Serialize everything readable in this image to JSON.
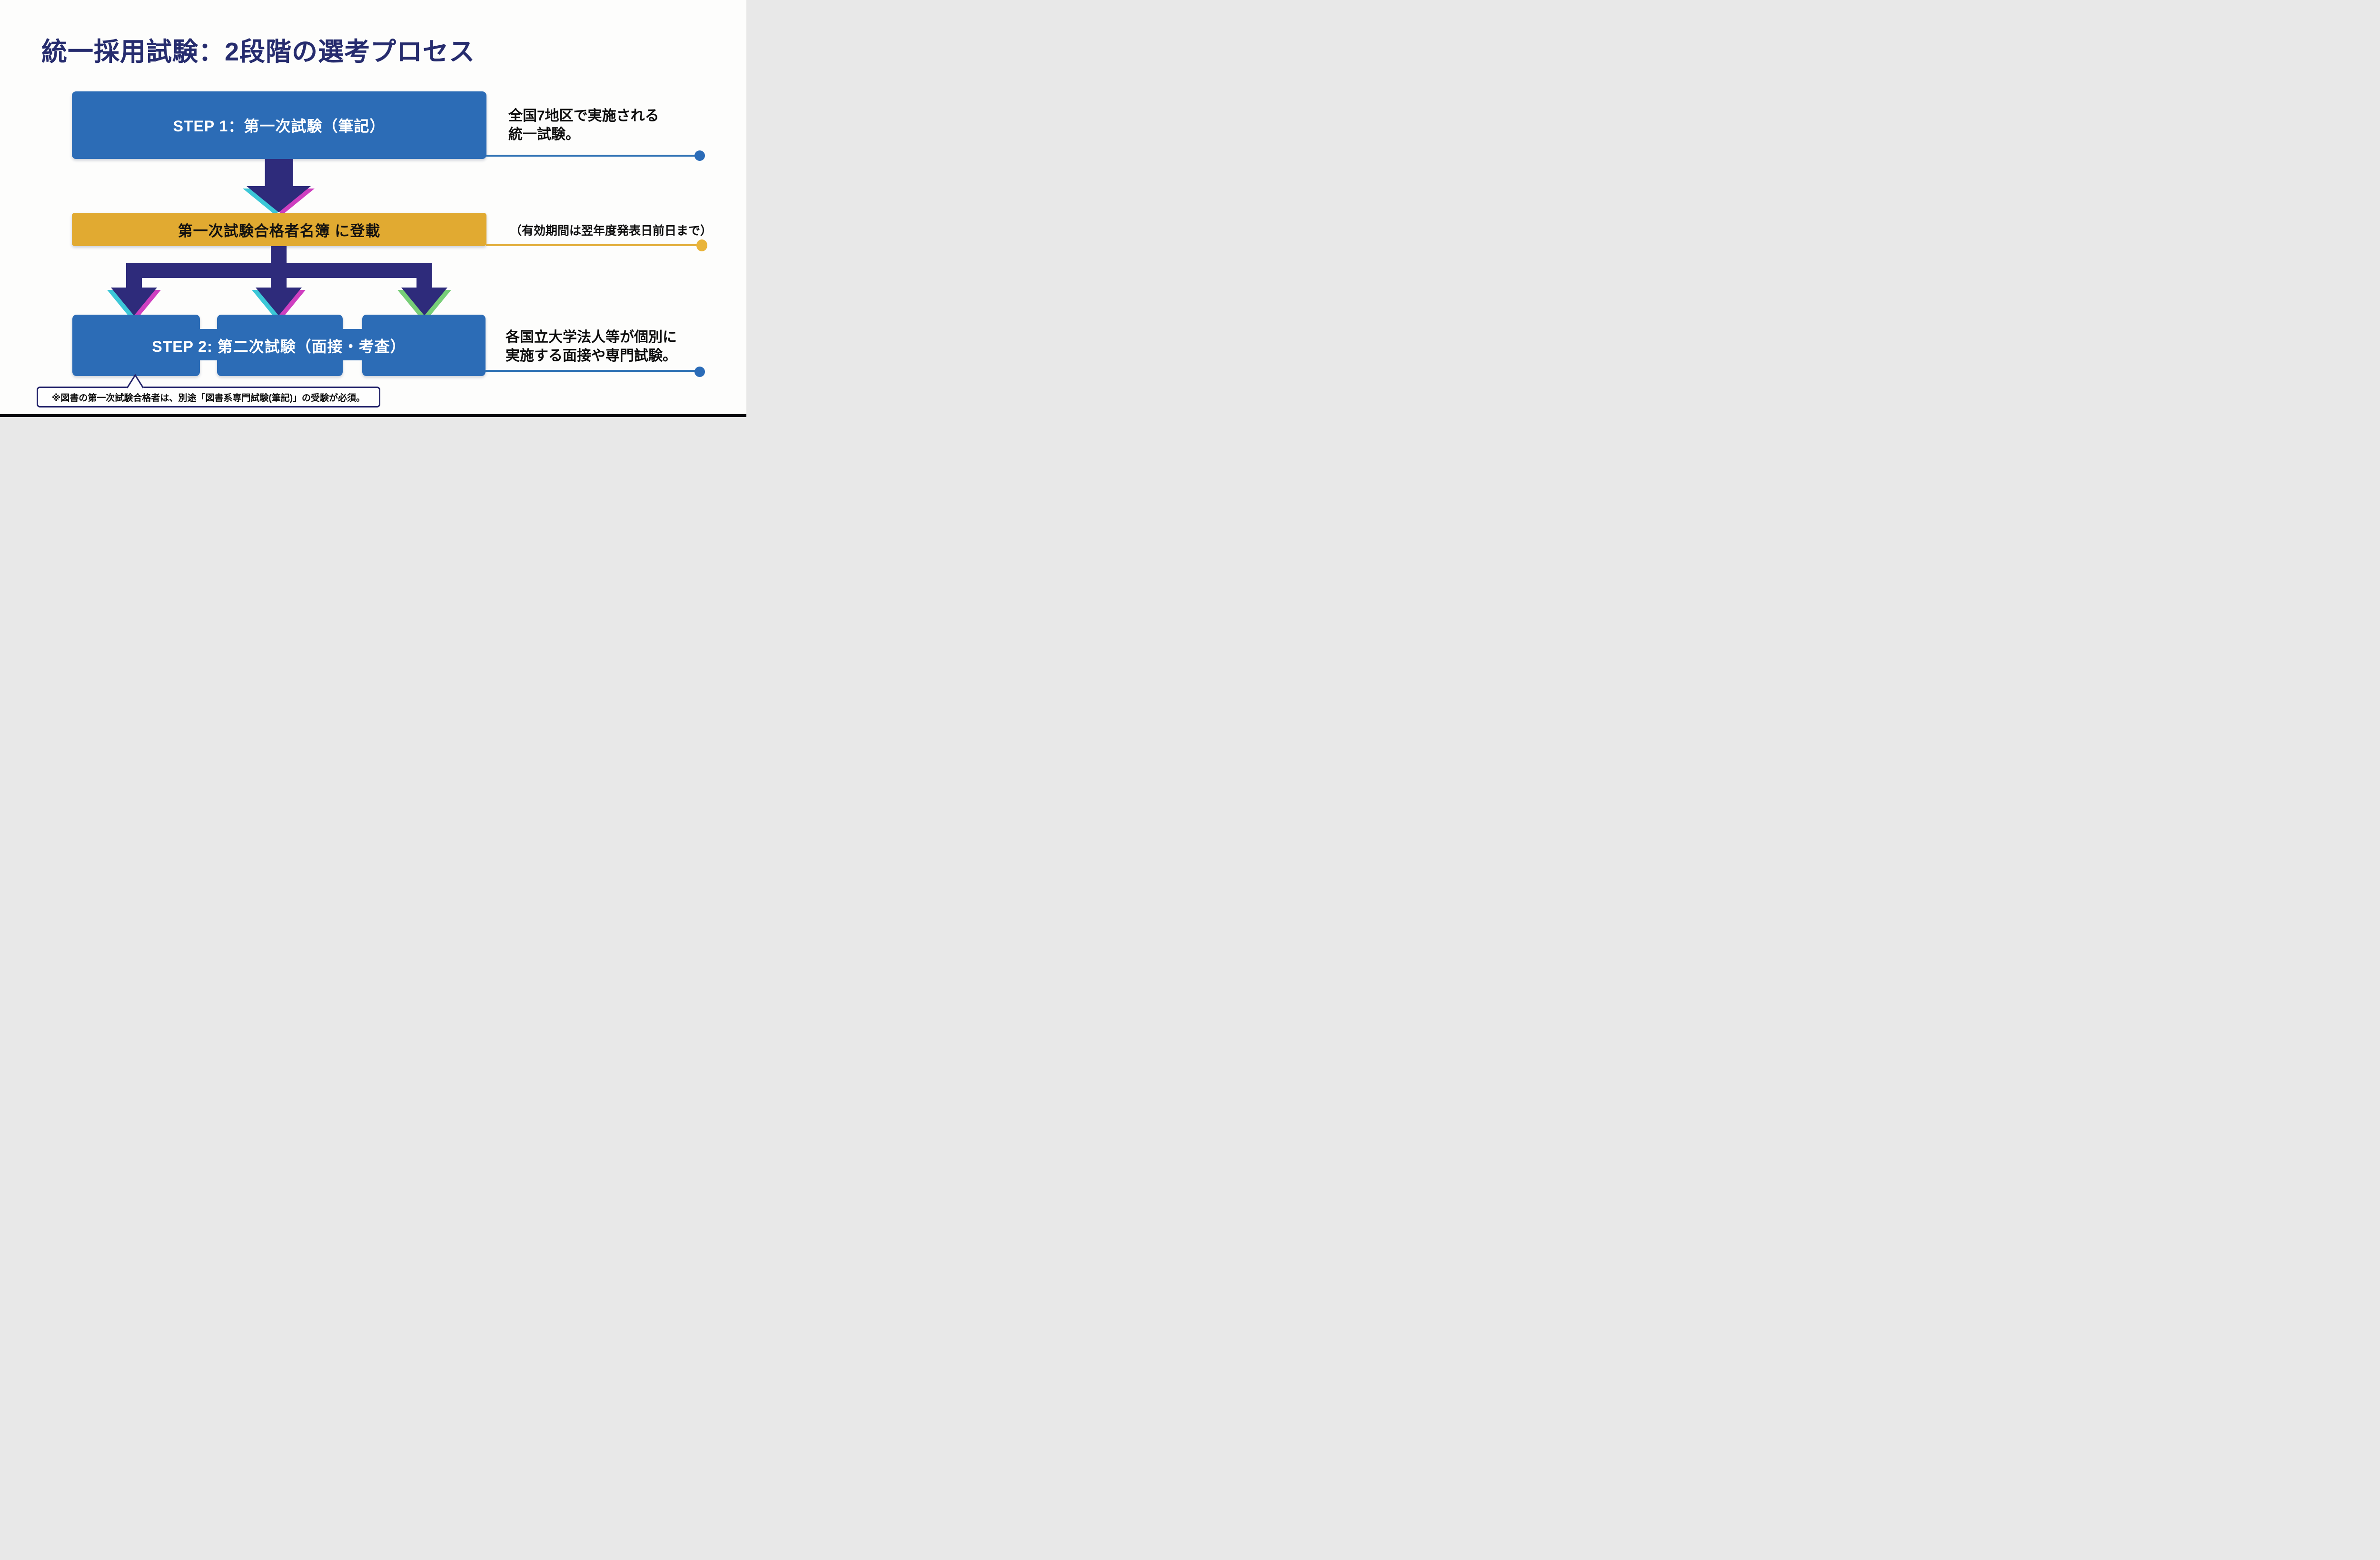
{
  "page": {
    "title": "統一採用試験：2段階の選考プロセス"
  },
  "flow": {
    "step1": {
      "label": "STEP 1：第一次試験（筆記）",
      "annotation": {
        "line1": "全国7地区で実施される",
        "line2": "統一試験。"
      }
    },
    "roster": {
      "label": "第一次試験合格者名簿 に登載",
      "annotation": {
        "line1": "（有効期間は翌年度発表日前日まで）"
      }
    },
    "step2": {
      "label": "STEP 2: 第二次試験（面接・考査）",
      "annotation": {
        "line1": "各国立大学法人等が個別に",
        "line2": "実施する面接や専門試験。"
      }
    },
    "footnote": "※図書の第一次試験合格者は、別途「図書系専門試験(筆記)」の受験が必須。"
  },
  "icons": {
    "arrow_down": "arrow-down-icon",
    "connector_dot": "connector-endpoint-dot"
  },
  "colors": {
    "title_navy": "#262c6e",
    "box_blue": "#2c6cb6",
    "box_gold": "#e1aa31",
    "arrow_navy": "#2e2b7b",
    "accent_cyan": "#3cc7d7",
    "accent_magenta": "#ce3fc0",
    "accent_green": "#77ce77",
    "connector_blue": "#2f72b4",
    "connector_gold": "#e2af3f",
    "footnote_border_navy": "#24246b",
    "bottom_bar": "#07070e",
    "background": "#fdfdfc"
  }
}
